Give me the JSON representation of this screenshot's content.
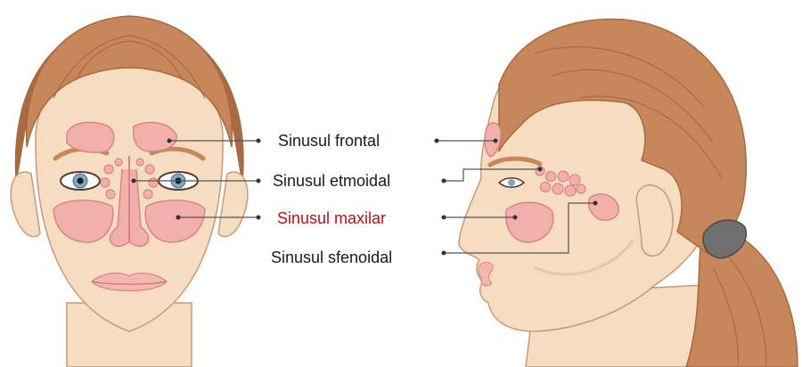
{
  "labels": {
    "frontal": "Sinusul frontal",
    "etmoidal": "Sinusul etmoidal",
    "maxilar": "Sinusul maxilar",
    "sfenoidal": "Sinusul sfenoidal"
  },
  "colors": {
    "label_default": "#1a1a1a",
    "label_highlight": "#b5121b",
    "skin": "#f6dcc0",
    "skin_shadow": "#ecc6a3",
    "hair": "#c8875a",
    "hair_shadow": "#a86a40",
    "sinus_fill": "#f2b0ad",
    "sinus_stroke": "#d98585",
    "leader_line": "#555555",
    "hair_tie": "#6f6f6f",
    "lips": "#f2b7b0",
    "iris": "#7fa7c4"
  }
}
